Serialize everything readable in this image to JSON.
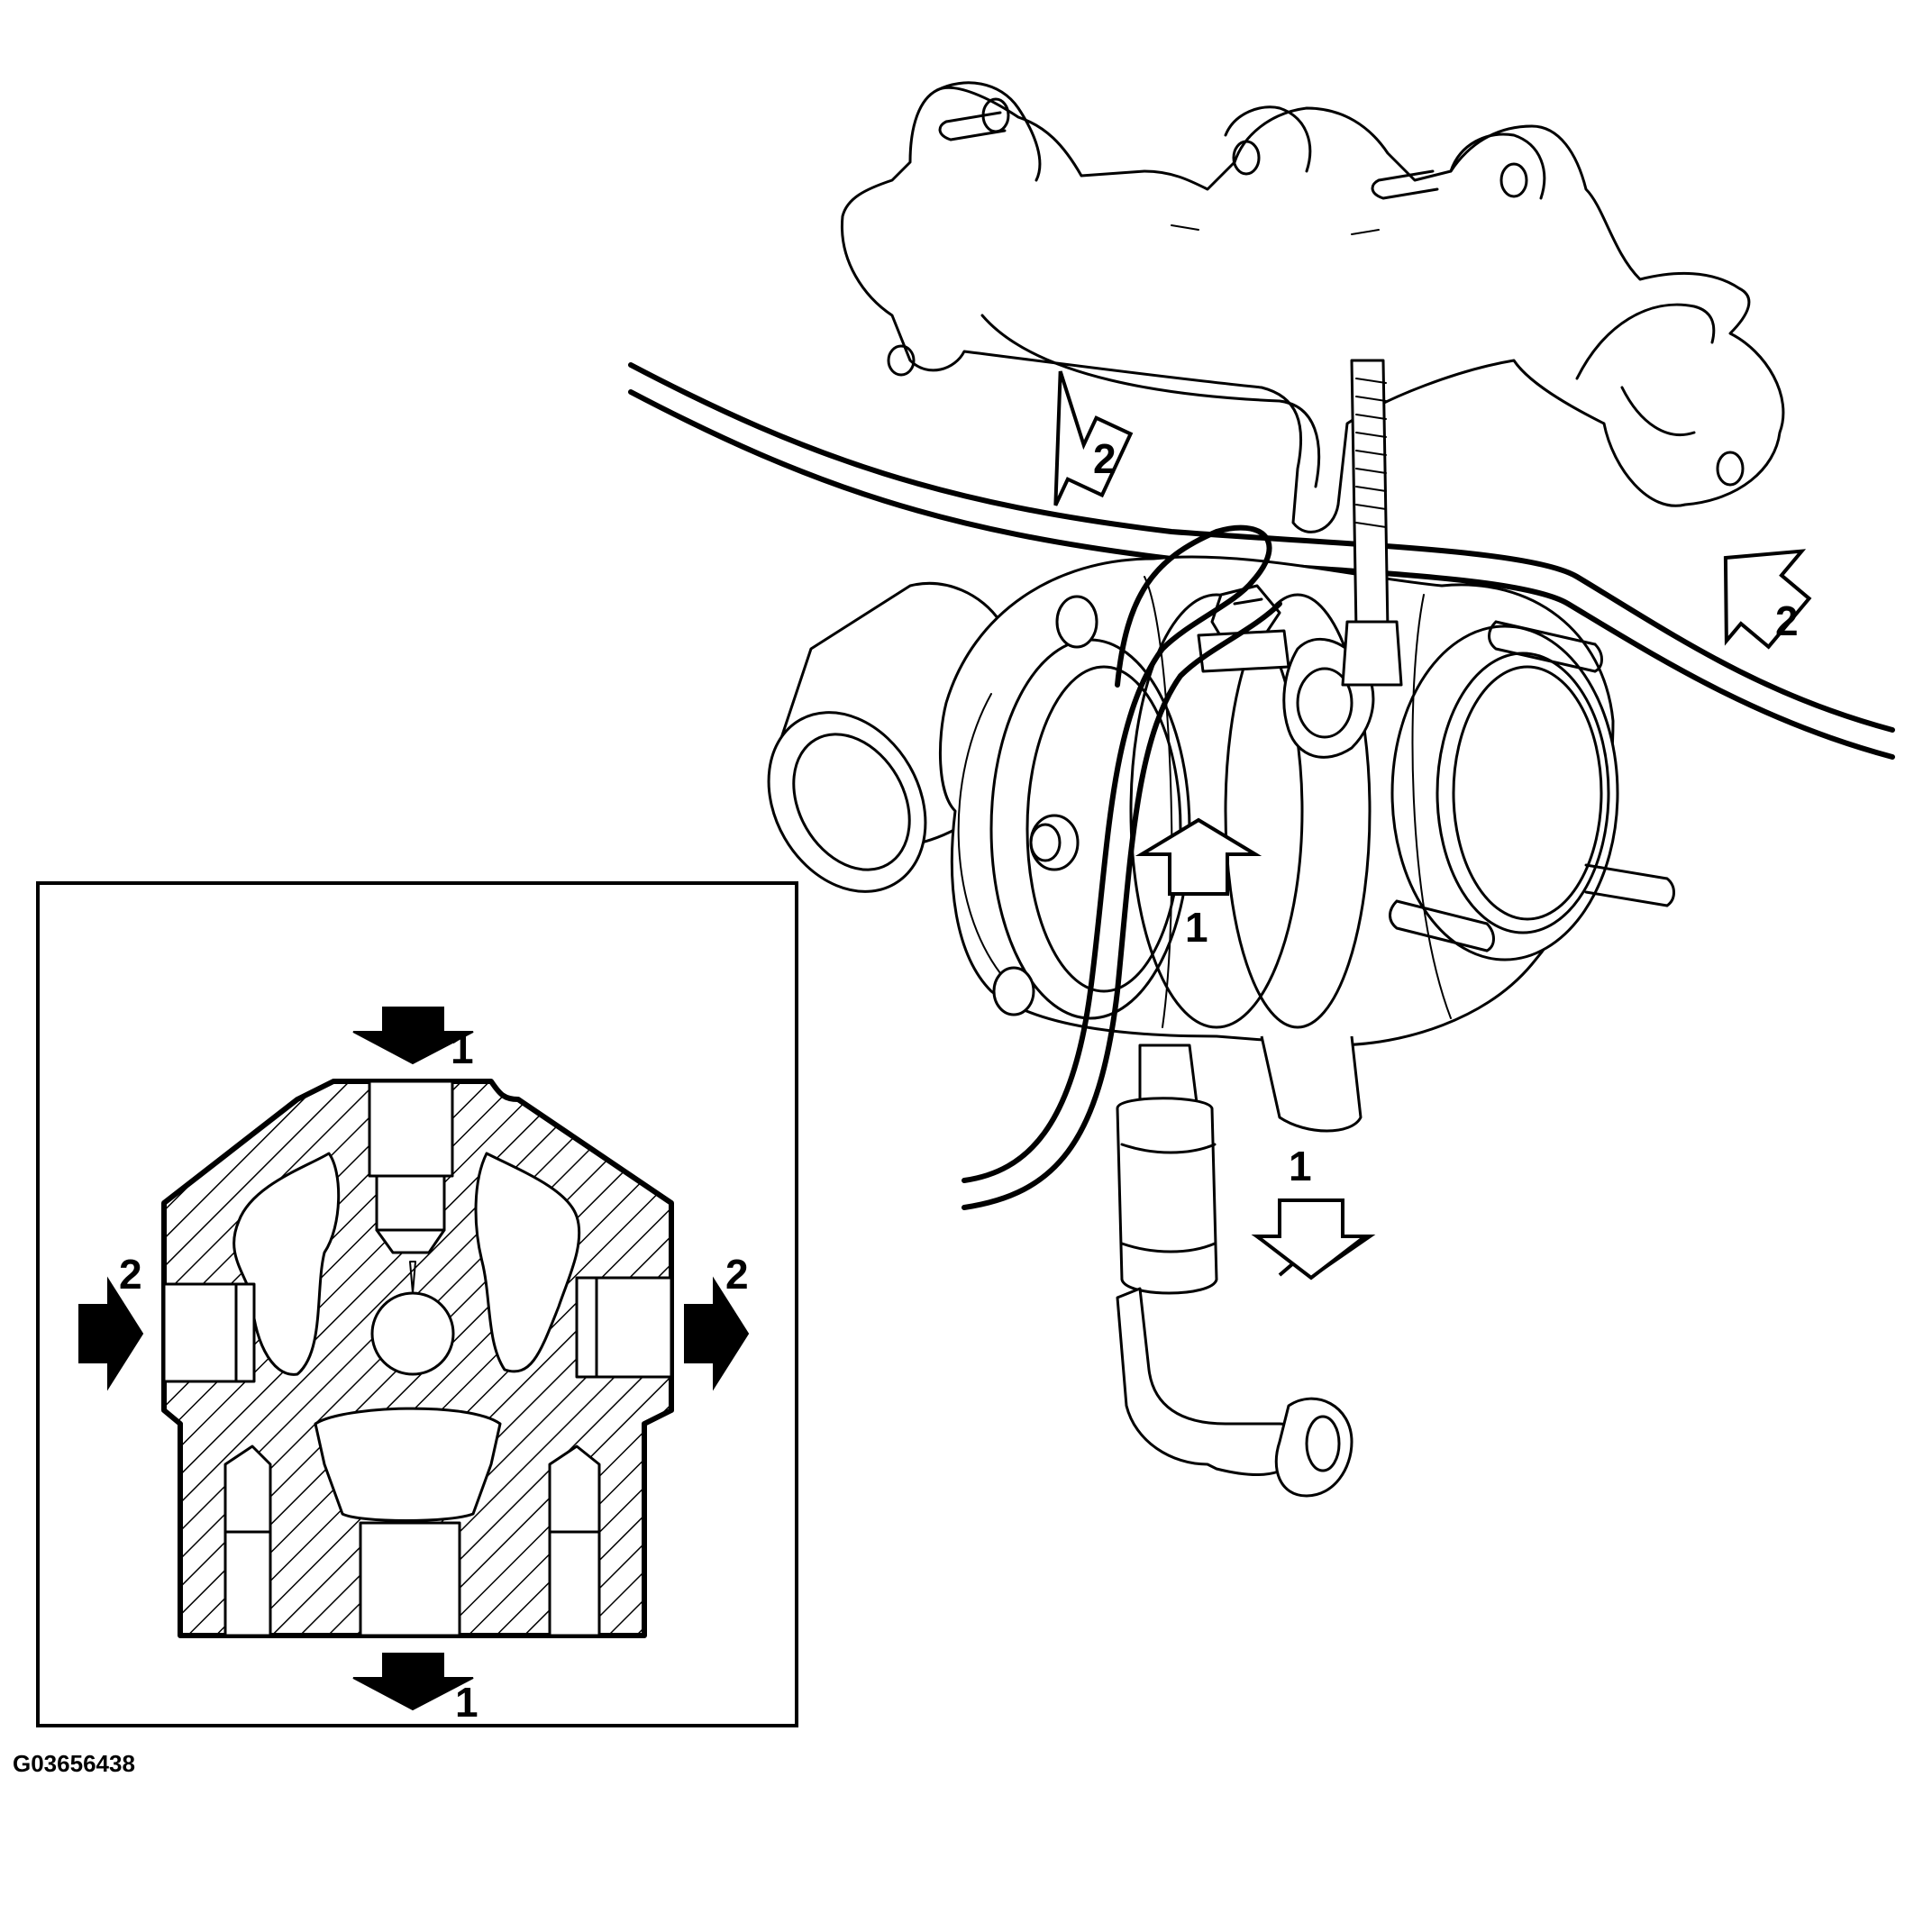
{
  "figure_id": "G03656438",
  "callouts": {
    "main_left_2": "2",
    "main_right_2": "2",
    "main_center_1": "1",
    "main_bottom_1": "1",
    "inset_top_1": "1",
    "inset_left_2": "2",
    "inset_right_2": "2",
    "inset_bottom_1": "1"
  },
  "colors": {
    "line": "#000000",
    "background": "#ffffff"
  }
}
